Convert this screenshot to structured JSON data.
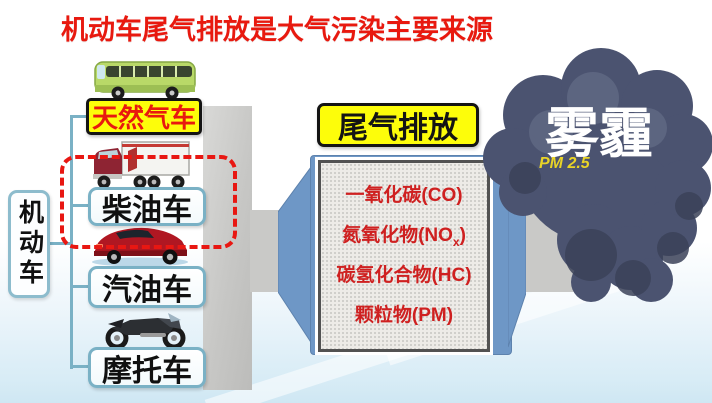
{
  "title": "机动车尾气排放是大气污染主要来源",
  "tree": {
    "root_label": "机动车",
    "nodes": [
      {
        "label": "天然气车",
        "highlight": true,
        "vehicle": "bus"
      },
      {
        "label": "柴油车",
        "highlight": false,
        "vehicle": "truck"
      },
      {
        "label": "汽油车",
        "highlight": false,
        "vehicle": "sports-car"
      },
      {
        "label": "摩托车",
        "highlight": false,
        "vehicle": "motorcycle"
      }
    ]
  },
  "emission": {
    "header": "尾气排放",
    "pollutants": [
      {
        "pre": "一氧化碳(CO)",
        "sub": "",
        "post": ""
      },
      {
        "pre": "氮氧化物(NO",
        "sub": "x",
        "post": ")"
      },
      {
        "pre": "碳氢化合物(HC)",
        "sub": "",
        "post": ""
      },
      {
        "pre": "颗粒物(PM)",
        "sub": "",
        "post": ""
      }
    ]
  },
  "smog": {
    "label": "雾霾",
    "pm_label": "PM 2.5"
  },
  "colors": {
    "title_red": "#e8190f",
    "highlight_yellow": "#fdfd0a",
    "tree_border_blue": "#7ab1c5",
    "pipe_gray": "#c9c9c7",
    "muffler_blue": "#6e97c6",
    "pollutant_red": "#cf2020",
    "smog_dark": "#4b5370",
    "pm_yellow": "#e9d427",
    "dashed_red": "#e81712"
  }
}
